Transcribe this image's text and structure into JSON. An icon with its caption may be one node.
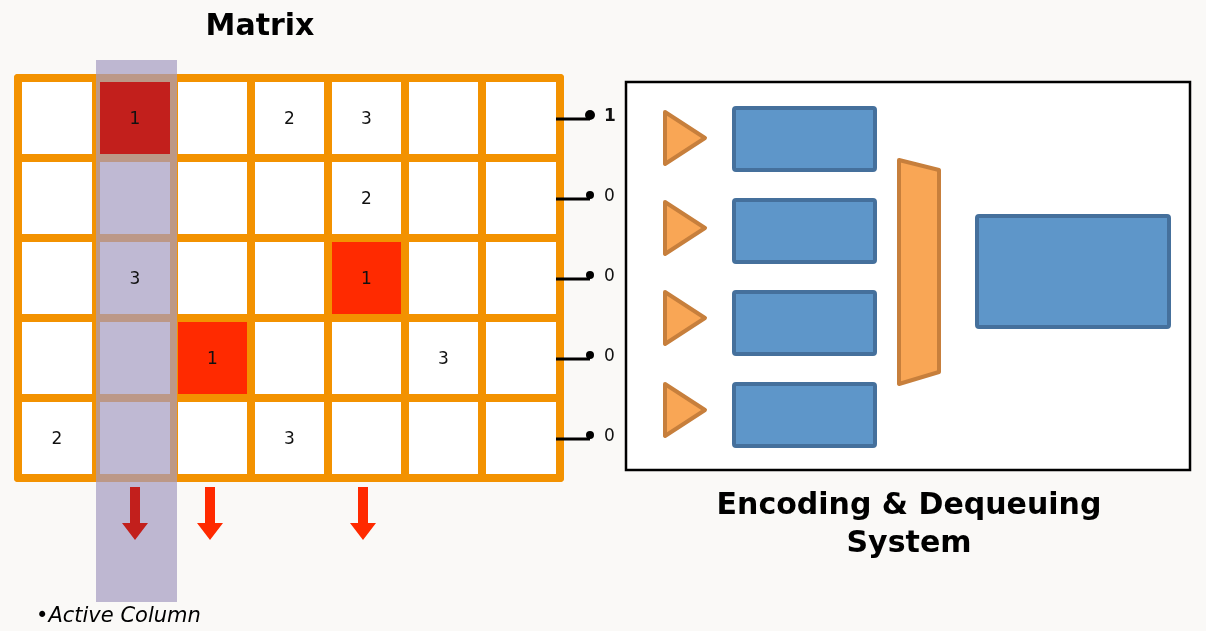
{
  "diagram": {
    "nodes": [
      {
        "text": [
          "Matrix"
        ]
      },
      {
        "text": [
          "Encoding & Dequeuing System"
        ]
      },
      {
        "text": [],
        "shape": "triangle",
        "in": 1
      },
      {
        "text": [],
        "shape": "triangle",
        "in": 1
      },
      {
        "text": [],
        "shape": "triangle",
        "in": 1
      },
      {
        "text": [],
        "shape": "triangle",
        "in": 1
      },
      {
        "text": [],
        "shape": "box",
        "in": 1
      },
      {
        "text": [],
        "shape": "box",
        "in": 1
      },
      {
        "text": [],
        "shape": "box",
        "in": 1
      },
      {
        "text": [],
        "shape": "box",
        "in": 1
      },
      {
        "text": [],
        "shape": "trapezoid",
        "in": 1
      },
      {
        "text": [],
        "shape": "box",
        "in": 1
      }
    ],
    "labels": [
      "1",
      "2",
      "3",
      "1",
      "2",
      "0",
      "3",
      "1",
      "0",
      "1",
      "3",
      "0",
      "2",
      "3",
      "0",
      "•Active Column"
    ]
  }
}
